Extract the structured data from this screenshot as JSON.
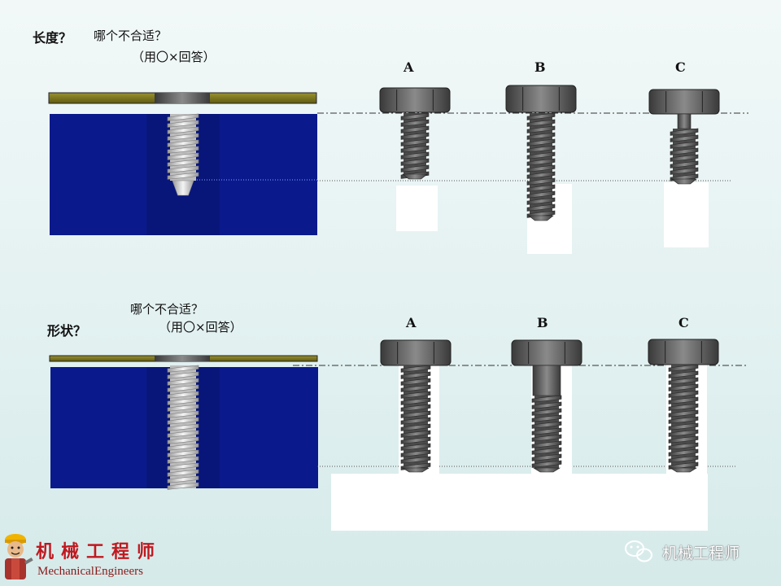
{
  "section_length": {
    "heading": "长度？",
    "question": "哪个不合适？",
    "instruction": "（用〇×回答）",
    "options": [
      "A",
      "B",
      "C"
    ]
  },
  "section_shape": {
    "heading": "形状？",
    "question": "哪个不合适？",
    "instruction": "（用〇×回答）",
    "options": [
      "A",
      "B",
      "C"
    ]
  },
  "logo": {
    "chinese": "机械工程师",
    "english": "MechanicalEngineers",
    "mascot_icon": "engineer-mascot-icon"
  },
  "watermark": {
    "icon": "wechat-icon",
    "text": "机械工程师"
  },
  "colors": {
    "workpiece": "#0a1a8c",
    "plate": "#7a7418",
    "screw": "#5c5c5c",
    "thread_light": "#dcdcdc",
    "logo_red": "#c0181f"
  }
}
